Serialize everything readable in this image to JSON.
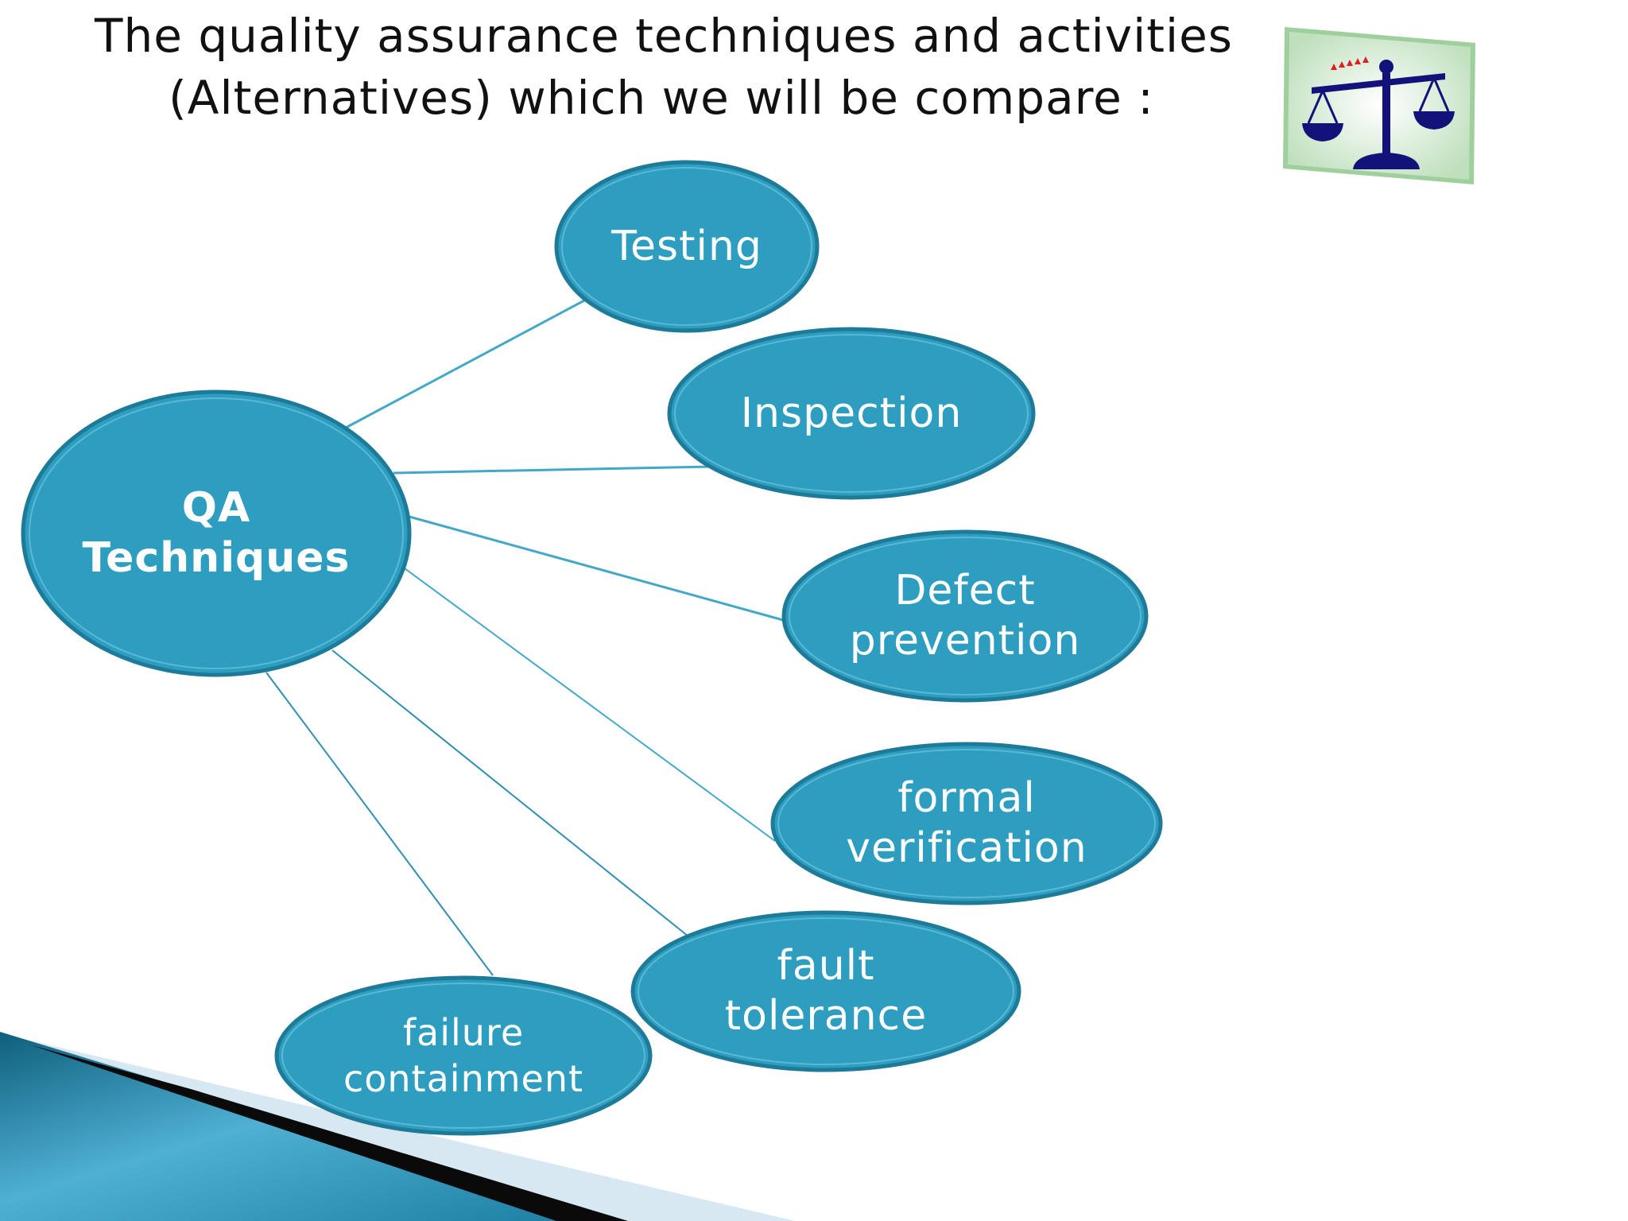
{
  "title": {
    "line1": "The quality assurance techniques and activities",
    "line2": "(Alternatives) which we will be compare :"
  },
  "diagram": {
    "center": {
      "line1": "QA",
      "line2": "Techniques"
    },
    "nodes": [
      {
        "id": "testing",
        "line1": "Testing",
        "line2": ""
      },
      {
        "id": "inspection",
        "line1": "Inspection",
        "line2": ""
      },
      {
        "id": "defect-prevention",
        "line1": "Defect",
        "line2": "prevention"
      },
      {
        "id": "formal-verification",
        "line1": "formal",
        "line2": "verification"
      },
      {
        "id": "fault-tolerance",
        "line1": "fault",
        "line2": "tolerance"
      },
      {
        "id": "failure-containment",
        "line1": "failure",
        "line2": "containment"
      }
    ]
  },
  "colors": {
    "node_fill": "#2e9ec0",
    "node_border": "#1d7a98",
    "connector": "#43a8c8",
    "logo_navy": "#12127a",
    "logo_bg": "#cfe7cd"
  },
  "icons": {
    "logo": "balance-scale-icon"
  }
}
